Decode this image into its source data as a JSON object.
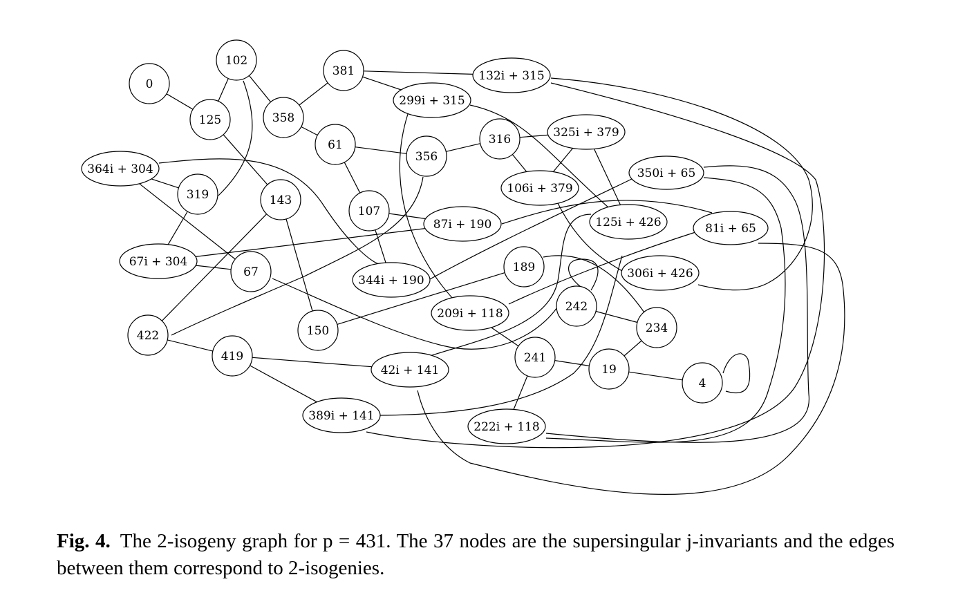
{
  "caption": {
    "label": "Fig. 4.",
    "text": "The 2-isogeny graph for p = 431. The 37 nodes are the supersingular j-invariants and the edges between them correspond to 2-isogenies."
  },
  "graph": {
    "nodes": [
      {
        "id": "n0",
        "label": "0"
      },
      {
        "id": "n102",
        "label": "102"
      },
      {
        "id": "n125",
        "label": "125"
      },
      {
        "id": "n358",
        "label": "358"
      },
      {
        "id": "n381",
        "label": "381"
      },
      {
        "id": "n132i315",
        "label": "132i + 315"
      },
      {
        "id": "n299i315",
        "label": "299i + 315"
      },
      {
        "id": "n61",
        "label": "61"
      },
      {
        "id": "n356",
        "label": "356"
      },
      {
        "id": "n316",
        "label": "316"
      },
      {
        "id": "n325i379",
        "label": "325i + 379"
      },
      {
        "id": "n350i65",
        "label": "350i + 65"
      },
      {
        "id": "n106i379",
        "label": "106i + 379"
      },
      {
        "id": "n364i304",
        "label": "364i + 304"
      },
      {
        "id": "n319",
        "label": "319"
      },
      {
        "id": "n143",
        "label": "143"
      },
      {
        "id": "n107",
        "label": "107"
      },
      {
        "id": "n87i190",
        "label": "87i + 190"
      },
      {
        "id": "n125i426",
        "label": "125i + 426"
      },
      {
        "id": "n81i65",
        "label": "81i + 65"
      },
      {
        "id": "n67i304",
        "label": "67i + 304"
      },
      {
        "id": "n67",
        "label": "67"
      },
      {
        "id": "n344i190",
        "label": "344i + 190"
      },
      {
        "id": "n189",
        "label": "189"
      },
      {
        "id": "n306i426",
        "label": "306i + 426"
      },
      {
        "id": "n242",
        "label": "242"
      },
      {
        "id": "n209i118",
        "label": "209i + 118"
      },
      {
        "id": "n234",
        "label": "234"
      },
      {
        "id": "n422",
        "label": "422"
      },
      {
        "id": "n150",
        "label": "150"
      },
      {
        "id": "n419",
        "label": "419"
      },
      {
        "id": "n42i141",
        "label": "42i + 141"
      },
      {
        "id": "n241",
        "label": "241"
      },
      {
        "id": "n19",
        "label": "19"
      },
      {
        "id": "n4",
        "label": "4"
      },
      {
        "id": "n389i141",
        "label": "389i + 141"
      },
      {
        "id": "n222i118",
        "label": "222i + 118"
      }
    ],
    "edges": [
      [
        "n0",
        "n125"
      ],
      [
        "n102",
        "n125"
      ],
      [
        "n102",
        "n358"
      ],
      [
        "n102",
        "n319"
      ],
      [
        "n381",
        "n358"
      ],
      [
        "n381",
        "n132i315"
      ],
      [
        "n381",
        "n299i315"
      ],
      [
        "n358",
        "n61"
      ],
      [
        "n61",
        "n356"
      ],
      [
        "n61",
        "n107"
      ],
      [
        "n356",
        "n316"
      ],
      [
        "n356",
        "n422"
      ],
      [
        "n316",
        "n325i379"
      ],
      [
        "n316",
        "n106i379"
      ],
      [
        "n325i379",
        "n106i379"
      ],
      [
        "n325i379",
        "n125i426"
      ],
      [
        "n125",
        "n143"
      ],
      [
        "n364i304",
        "n319"
      ],
      [
        "n364i304",
        "n67"
      ],
      [
        "n364i304",
        "n344i190"
      ],
      [
        "n319",
        "n67i304"
      ],
      [
        "n143",
        "n422"
      ],
      [
        "n143",
        "n150"
      ],
      [
        "n107",
        "n87i190"
      ],
      [
        "n107",
        "n344i190"
      ],
      [
        "n87i190",
        "n67i304"
      ],
      [
        "n87i190",
        "n81i65"
      ],
      [
        "n350i65",
        "n344i190"
      ],
      [
        "n299i315",
        "n209i118"
      ],
      [
        "n299i315",
        "n125i426"
      ],
      [
        "n132i315",
        "n306i426"
      ],
      [
        "n132i315",
        "n389i141"
      ],
      [
        "n350i65",
        "n222i118"
      ],
      [
        "n350i65",
        "n42i141"
      ],
      [
        "n81i65",
        "n209i118"
      ],
      [
        "n81i65",
        "n42i141"
      ],
      [
        "n67i304",
        "n67"
      ],
      [
        "n67",
        "n242"
      ],
      [
        "n106i379",
        "n306i426"
      ],
      [
        "n125i426",
        "n42i141"
      ],
      [
        "n306i426",
        "n389i141"
      ],
      [
        "n189",
        "n150"
      ],
      [
        "n189",
        "n234"
      ],
      [
        "n242",
        "n234"
      ],
      [
        "n242",
        "n242"
      ],
      [
        "n209i118",
        "n241"
      ],
      [
        "n234",
        "n19"
      ],
      [
        "n241",
        "n19"
      ],
      [
        "n241",
        "n222i118"
      ],
      [
        "n19",
        "n4"
      ],
      [
        "n4",
        "n4"
      ],
      [
        "n422",
        "n419"
      ],
      [
        "n419",
        "n42i141"
      ],
      [
        "n419",
        "n389i141"
      ]
    ]
  }
}
